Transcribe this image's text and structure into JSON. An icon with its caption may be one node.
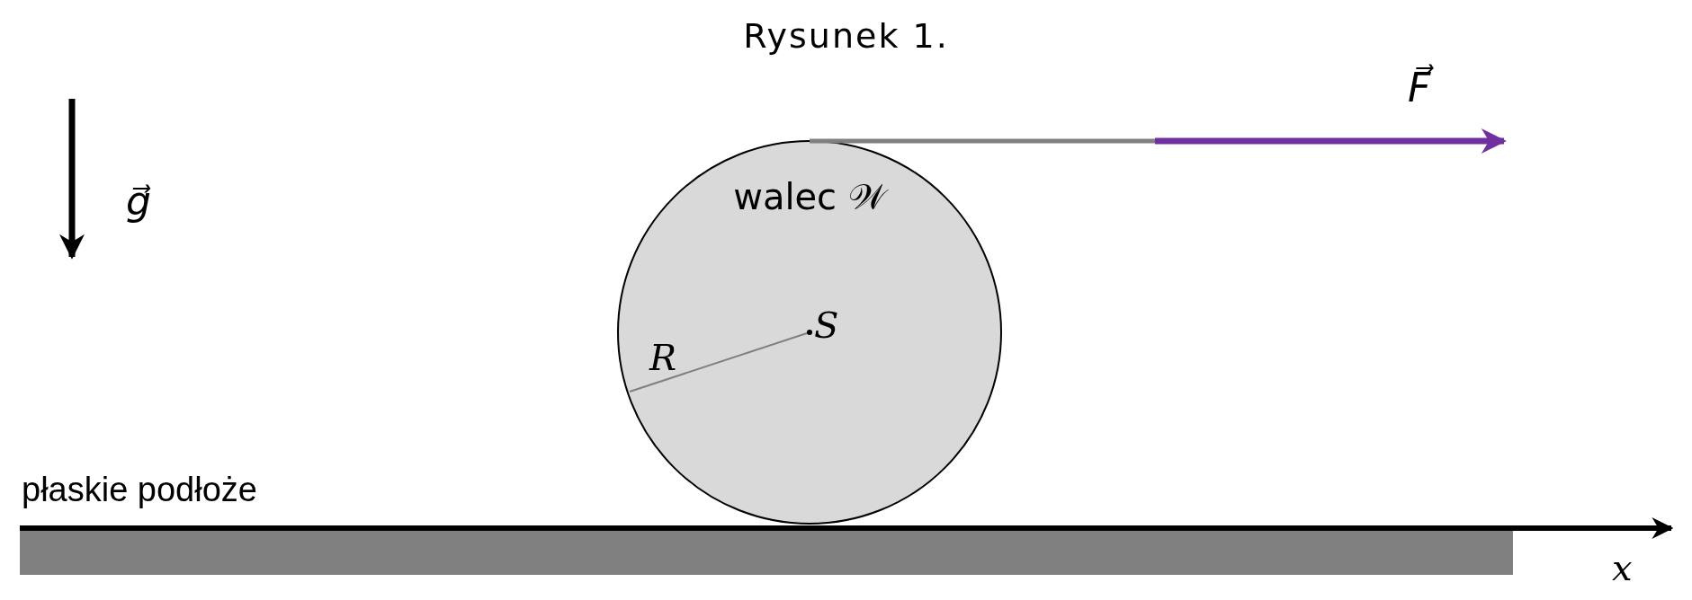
{
  "diagram": {
    "title": "Rysunek 1.",
    "nodes": [
      {
        "text": [
          "walec 𝒲"
        ]
      }
    ],
    "labels": [
      "g⃗",
      "F⃗",
      "S",
      "R",
      "płaskie podłoże",
      "x"
    ]
  }
}
